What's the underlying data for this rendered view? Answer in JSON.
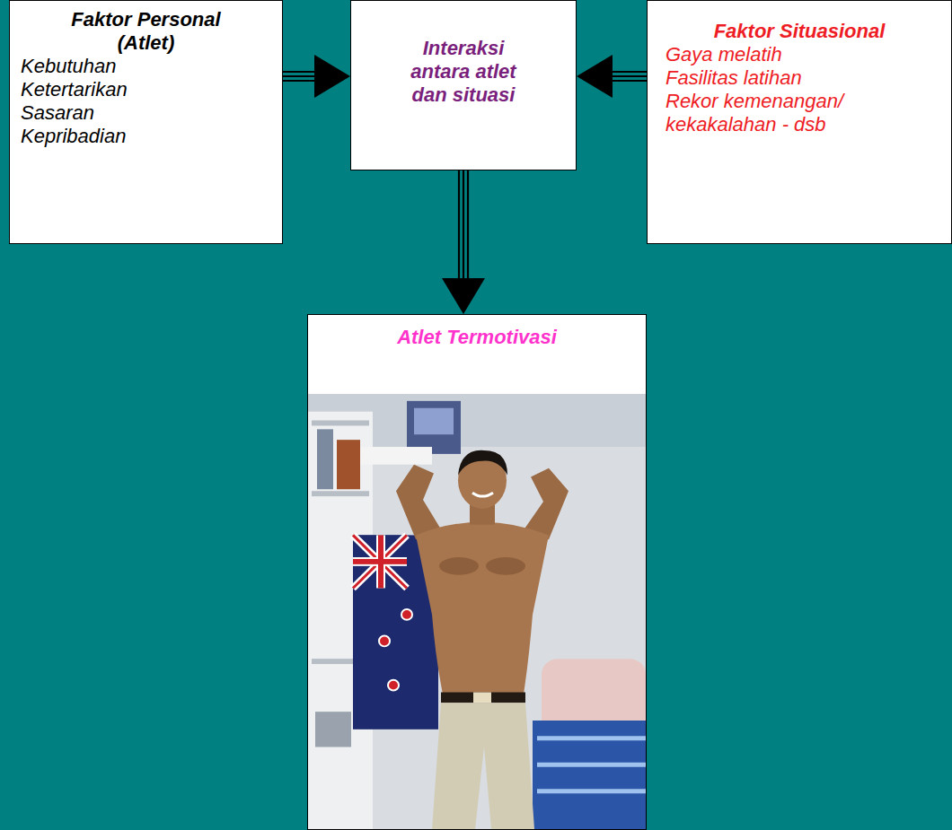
{
  "diagram": {
    "nodes": [
      {
        "text": [
          "Faktor Personal (Atlet)",
          "Kebutuhan",
          "Ketertarikan",
          "Sasaran",
          "Kepribadian"
        ]
      },
      {
        "text": [
          "Interaksi antara atlet dan situasi"
        ]
      },
      {
        "text": [
          "Faktor Situasional",
          "Gaya melatih",
          "Fasilitas latihan",
          "Rekor kemenangan/ kekakalahan - dsb"
        ]
      },
      {
        "text": [
          "Atlet Termotivasi"
        ]
      }
    ],
    "edges": [
      {
        "from": 0,
        "to": 1,
        "arrow": "to"
      },
      {
        "from": 2,
        "to": 1,
        "arrow": "to"
      },
      {
        "from": 1,
        "to": 3,
        "arrow": "to"
      }
    ]
  }
}
